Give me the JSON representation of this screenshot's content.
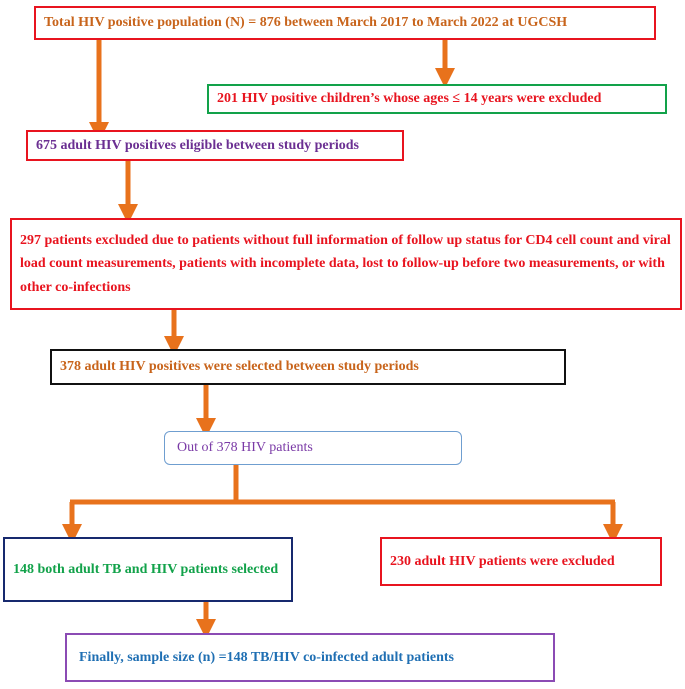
{
  "colors": {
    "arrow": "#e8721c",
    "red": "#e8141f",
    "green": "#12a24a",
    "purple": "#6b2f92",
    "navy": "#17296e",
    "orange_text": "#c8641b",
    "blue_text": "#1f6fb3"
  },
  "boxes": {
    "total_population": "Total HIV positive population (N) = 876 between March 2017 to March 2022 at UGCSH",
    "children_excluded": "201 HIV positive children’s whose ages ≤ 14 years were excluded",
    "adult_eligible": "675 adult HIV positives eligible between study periods",
    "patients_excluded": "297 patients excluded due to patients without full information of follow up status for CD4 cell count and viral load count measurements, patients with incomplete data, lost to follow-up before two measurements, or with other co-infections",
    "adult_selected": "378 adult HIV positives were selected between study periods",
    "out_of": "Out of 378 HIV patients",
    "tb_hiv_selected": "148 both adult TB and HIV patients selected",
    "adult_hiv_excluded": "230 adult HIV patients were excluded",
    "final_sample": "Finally, sample size (n) =148 TB/HIV co-infected adult patients"
  }
}
